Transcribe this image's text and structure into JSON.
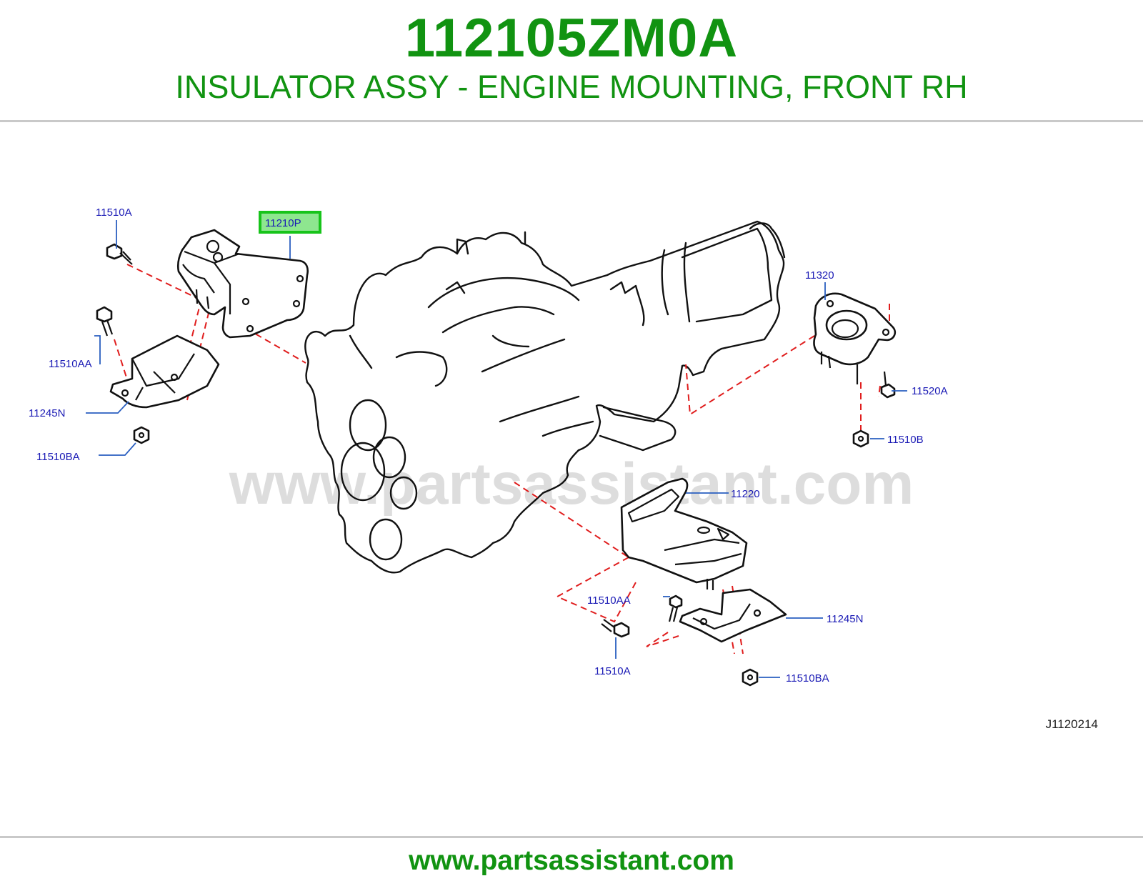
{
  "header": {
    "part_number": "112105ZM0A",
    "part_name": "INSULATOR ASSY - ENGINE MOUNTING, FRONT RH"
  },
  "diagram": {
    "watermark": "www.partsassistant.com",
    "drawing_code": "J1120214",
    "highlighted_callout": "11210P",
    "callouts": {
      "c_11510A_top": "11510A",
      "c_11210P": "11210P",
      "c_11510AA_left": "11510AA",
      "c_11245N_left": "11245N",
      "c_11510BA_left": "11510BA",
      "c_11320": "11320",
      "c_11520A": "11520A",
      "c_11510B": "11510B",
      "c_11220": "11220",
      "c_11510AA_bottom": "11510AA",
      "c_11245N_right": "11245N",
      "c_11510A_bottom": "11510A",
      "c_11510BA_bottom": "11510BA"
    }
  },
  "footer": {
    "url": "www.partsassistant.com"
  },
  "colors": {
    "title_green": "#119311",
    "callout_blue": "#1a1ab5",
    "leader_blue": "#2a5fc0",
    "dash_red": "#e01d1d",
    "highlight_green": "#17c41a"
  }
}
